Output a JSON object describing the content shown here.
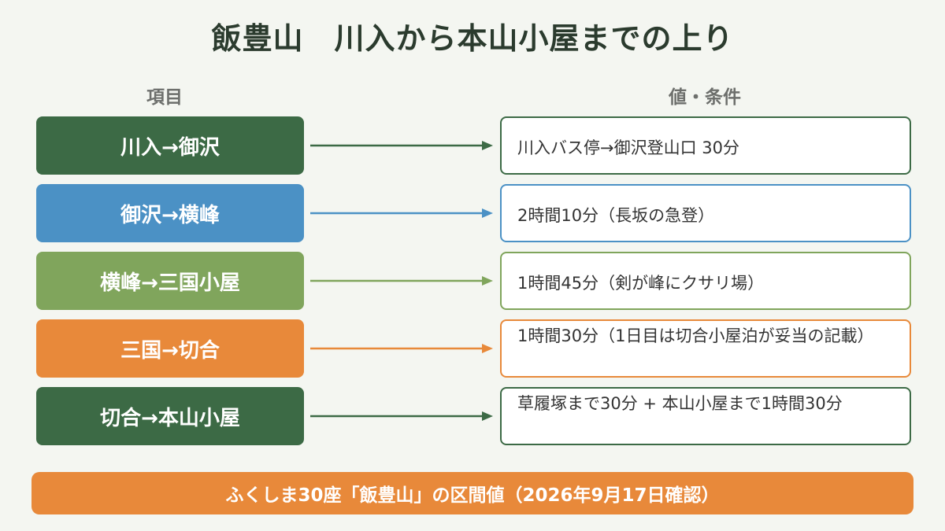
{
  "title": "飯豊山　川入から本山小屋までの上り",
  "headers": {
    "item": "項目",
    "value": "値・条件"
  },
  "colors": {
    "dark_green": "#3c6a45",
    "blue": "#4b91c5",
    "light_green": "#80a55c",
    "orange": "#e8893a"
  },
  "rows": [
    {
      "step": "川入→御沢",
      "value": "川入バス停→御沢登山口 30分",
      "color": "#3c6a45"
    },
    {
      "step": "御沢→横峰",
      "value": "2時間10分（長坂の急登）",
      "color": "#4b91c5"
    },
    {
      "step": "横峰→三国小屋",
      "value": "1時間45分（剣が峰にクサリ場）",
      "color": "#80a55c"
    },
    {
      "step": "三国→切合",
      "value": "1時間30分（1日目は切合小屋泊が妥当の記載）",
      "color": "#e8893a"
    },
    {
      "step": "切合→本山小屋",
      "value": "草履塚まで30分 + 本山小屋まで1時間30分",
      "color": "#3c6a45"
    }
  ],
  "footer": "ふくしま30座「飯豊山」の区間値（2026年9月17日確認）"
}
